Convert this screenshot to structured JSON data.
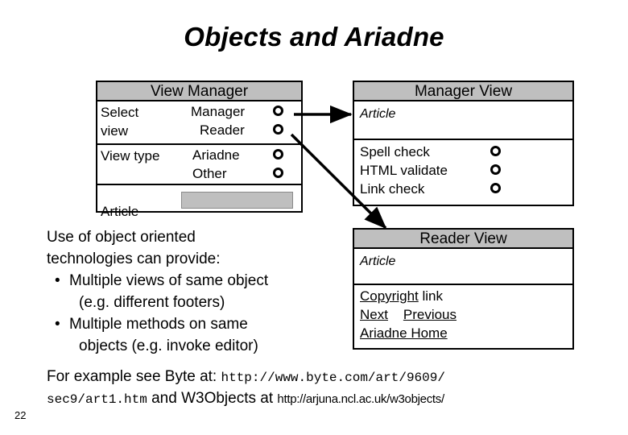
{
  "slide": {
    "title": "Objects and Ariadne",
    "page_number": "22"
  },
  "view_manager": {
    "header": "View Manager",
    "rows": [
      {
        "label_line1": "Select",
        "label_line2": "view",
        "options": [
          "Manager",
          "Reader"
        ]
      },
      {
        "label_line1": "View type",
        "options": [
          "Ariadne",
          "Other"
        ]
      }
    ],
    "article_label": "Article",
    "article_field_value": ""
  },
  "manager_view": {
    "header": "Manager View",
    "article": "Article",
    "actions": [
      "Spell check",
      "HTML validate",
      "Link check"
    ]
  },
  "reader_view": {
    "header": "Reader View",
    "article": "Article",
    "links": {
      "copyright": "Copyright",
      "copyright_suffix": "link",
      "next": "Next",
      "previous": "Previous",
      "home": "Ariadne Home"
    }
  },
  "body": {
    "lead_line1": "Use of object oriented",
    "lead_line2": "technologies can provide:",
    "bullets": [
      {
        "line1": "Multiple views of same object",
        "line2": "(e.g. different footers)"
      },
      {
        "line1": "Multiple methods on same",
        "line2": "objects (e.g. invoke editor)"
      }
    ]
  },
  "footer": {
    "byte_prefix": "For example see Byte at:",
    "byte_url_part1": "http://www.byte.com/art/9609/",
    "byte_url_part2": "sec9/art1.htm",
    "w3_prefix": "and W3Objects at",
    "w3_url": "http://arjuna.ncl.ac.uk/w3objects/"
  },
  "colors": {
    "header_gray": "#bfbfbf",
    "border_black": "#000000",
    "background": "#ffffff"
  },
  "icons": {
    "radio": "radio-button-icon",
    "arrow_manager": "arrow-right-icon",
    "arrow_reader": "arrow-diagonal-down-right-icon"
  }
}
